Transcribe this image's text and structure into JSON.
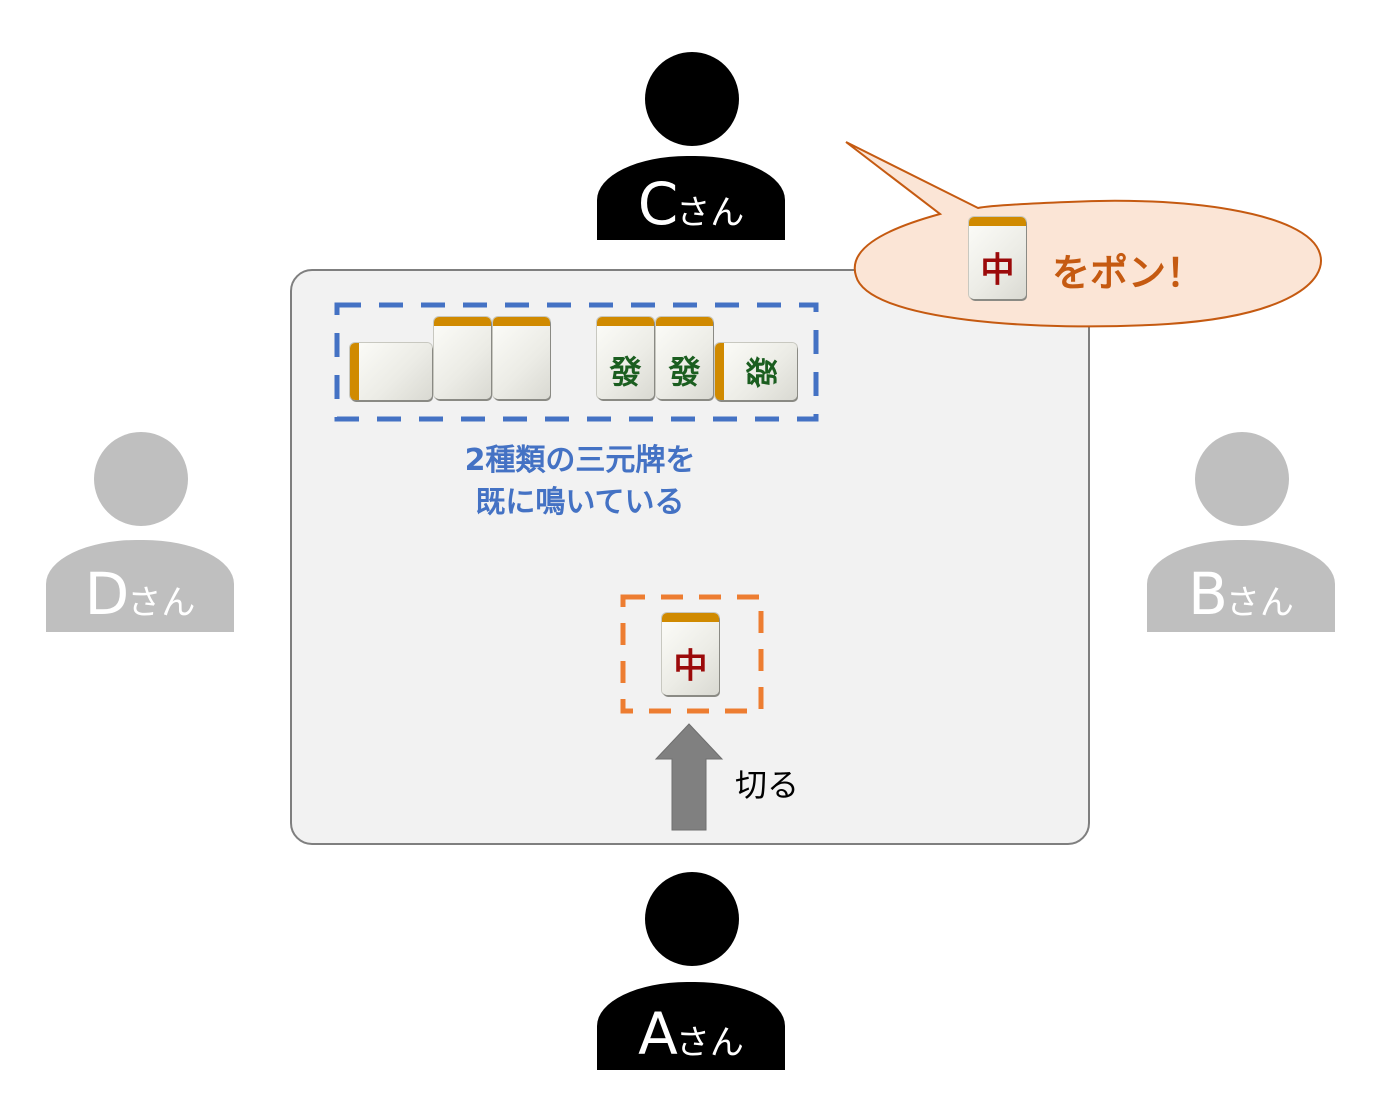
{
  "players": {
    "top": {
      "letter": "C",
      "honorific": "さん"
    },
    "left": {
      "letter": "D",
      "honorific": "さん"
    },
    "right": {
      "letter": "B",
      "honorific": "さん"
    },
    "bottom": {
      "letter": "A",
      "honorific": "さん"
    }
  },
  "melds": {
    "note_line1": "2種類の三元牌を",
    "note_line2": "既に鳴いている",
    "haku_tiles": [
      "",
      "",
      ""
    ],
    "hatsu_tiles": [
      "發",
      "發",
      "發"
    ]
  },
  "discard": {
    "tile": "中",
    "action_label": "切る"
  },
  "speech": {
    "tile": "中",
    "text": "をポン！"
  },
  "colors": {
    "meld_highlight": "#4472c4",
    "discard_highlight": "#ed7d31",
    "speech_fill": "#fbe5d6",
    "speech_text": "#c55a11",
    "active_player": "#000000",
    "inactive_player": "#bfbfbf",
    "arrow": "#808080"
  }
}
